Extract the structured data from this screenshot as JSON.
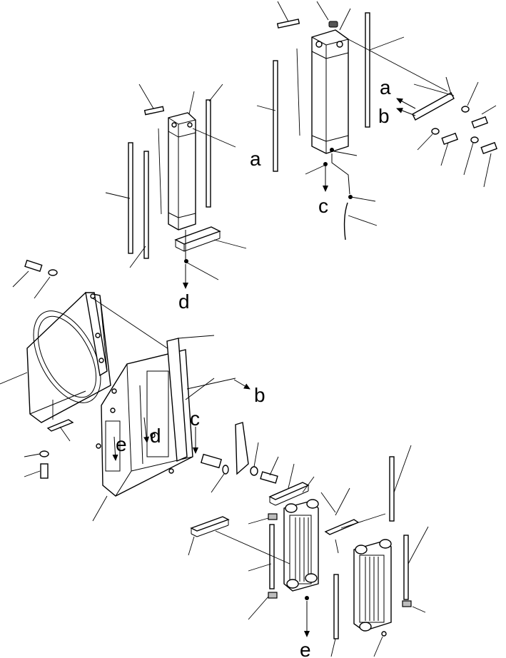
{
  "diagram": {
    "labels": {
      "a_top_right": "a",
      "b_top_right": "b",
      "a_mid": "a",
      "c_top": "c",
      "d_mid": "d",
      "b_bottom": "b",
      "c_bottom": "c",
      "d_bottom": "d",
      "e_frame": "e",
      "e_bottom": "e"
    }
  }
}
